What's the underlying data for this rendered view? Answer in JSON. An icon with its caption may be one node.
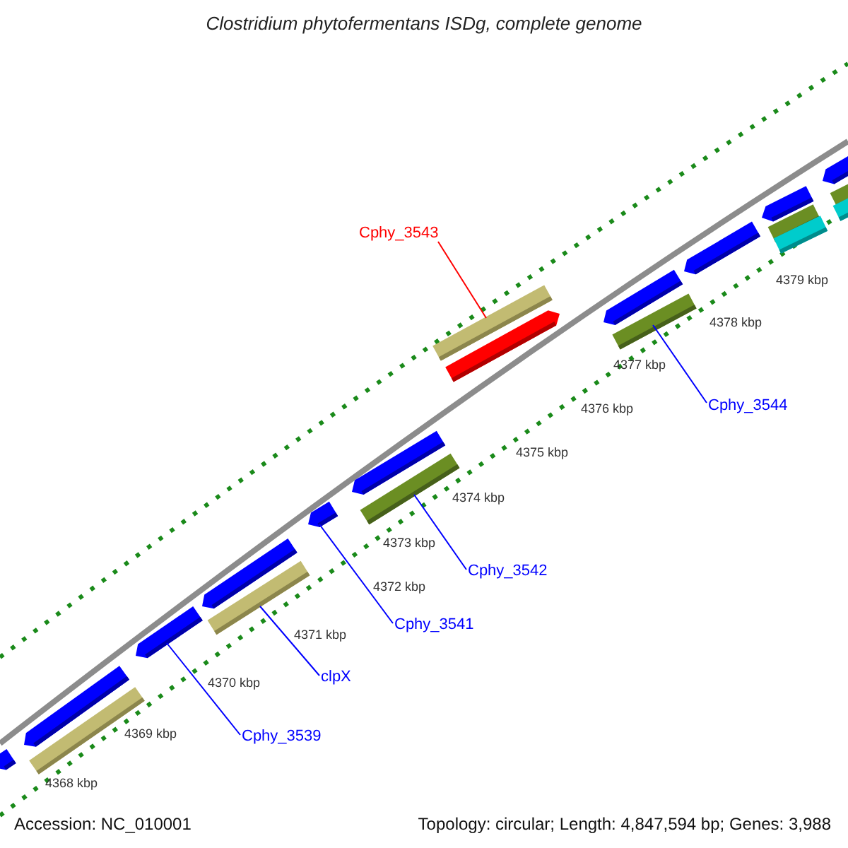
{
  "diagram": {
    "title": "Clostridium phytofermentans ISDg, complete genome",
    "nodes": [
      {
        "text": [
          "Cphy_3543"
        ]
      },
      {
        "text": [
          "Cphy_3544"
        ]
      },
      {
        "text": [
          "Cphy_3542"
        ]
      },
      {
        "text": [
          "Cphy_3541"
        ]
      },
      {
        "text": [
          "clpX"
        ]
      },
      {
        "text": [
          "Cphy_3539"
        ]
      },
      {
        "text": [],
        "shape": "bar"
      },
      {
        "text": [],
        "shape": "bar"
      },
      {
        "text": [],
        "shape": "bar"
      },
      {
        "text": [],
        "shape": "bar"
      },
      {
        "text": [],
        "shape": "bar"
      },
      {
        "text": [],
        "shape": "bar"
      },
      {
        "text": [],
        "shape": "bar"
      },
      {
        "text": [],
        "shape": "bar"
      },
      {
        "text": [],
        "shape": "bar"
      },
      {
        "text": [],
        "shape": "bar"
      },
      {
        "text": [],
        "shape": "bar"
      },
      {
        "text": [],
        "shape": "bar"
      },
      {
        "text": [],
        "shape": "bar"
      },
      {
        "text": [],
        "shape": "bar"
      },
      {
        "text": [],
        "shape": "bar"
      },
      {
        "text": [],
        "shape": "bar"
      },
      {
        "text": [],
        "shape": "bar"
      },
      {
        "text": [],
        "shape": "bar"
      },
      {
        "text": [],
        "shape": "bar"
      },
      {
        "text": [],
        "shape": "bar"
      }
    ],
    "edges": [
      {
        "from": 0,
        "to": 15,
        "arrow": "none",
        "color": "#ff0000"
      },
      {
        "from": 1,
        "to": 18,
        "arrow": "none"
      },
      {
        "from": 2,
        "to": 14,
        "arrow": "none"
      },
      {
        "from": 3,
        "to": 12,
        "arrow": "none"
      },
      {
        "from": 4,
        "to": 11,
        "arrow": "none"
      },
      {
        "from": 5,
        "to": 9,
        "arrow": "none"
      }
    ],
    "labels": [
      "4379 kbp",
      "4378 kbp",
      "4377 kbp",
      "4376 kbp",
      "4375 kbp",
      "4374 kbp",
      "4373 kbp",
      "4372 kbp",
      "4371 kbp",
      "4370 kbp",
      "4369 kbp",
      "4368 kbp",
      "Accession: NC_010001",
      "Topology: circular; Length: 4,847,594 bp; Genes: 3,988"
    ]
  }
}
